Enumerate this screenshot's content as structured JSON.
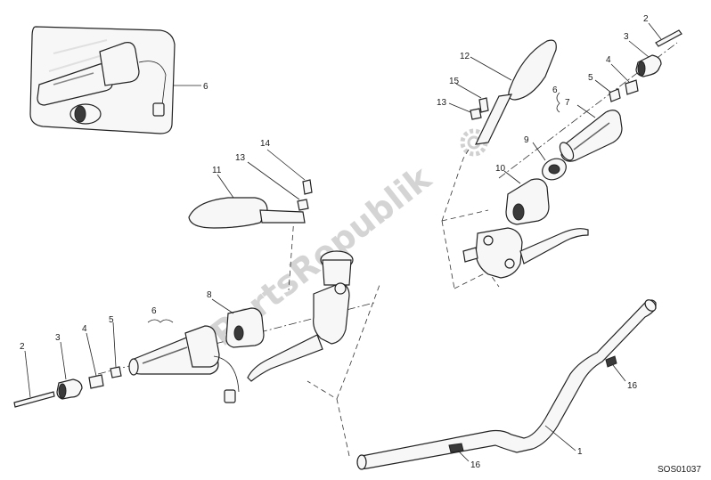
{
  "callouts": {
    "c1": "1",
    "c2_left": "2",
    "c2_right": "2",
    "c3_left": "3",
    "c3_right": "3",
    "c4_left": "4",
    "c4_right": "4",
    "c5_left": "5",
    "c5_right": "5",
    "c6_inset": "6",
    "c6_left": "6",
    "c6_right": "6",
    "c7": "7",
    "c8": "8",
    "c9": "9",
    "c10": "10",
    "c11": "11",
    "c12": "12",
    "c13_left": "13",
    "c13_right": "13",
    "c14": "14",
    "c15": "15",
    "c16_right": "16",
    "c16_bottom": "16"
  },
  "reference_code": "SOS01037",
  "watermark": "PartsRepublik"
}
